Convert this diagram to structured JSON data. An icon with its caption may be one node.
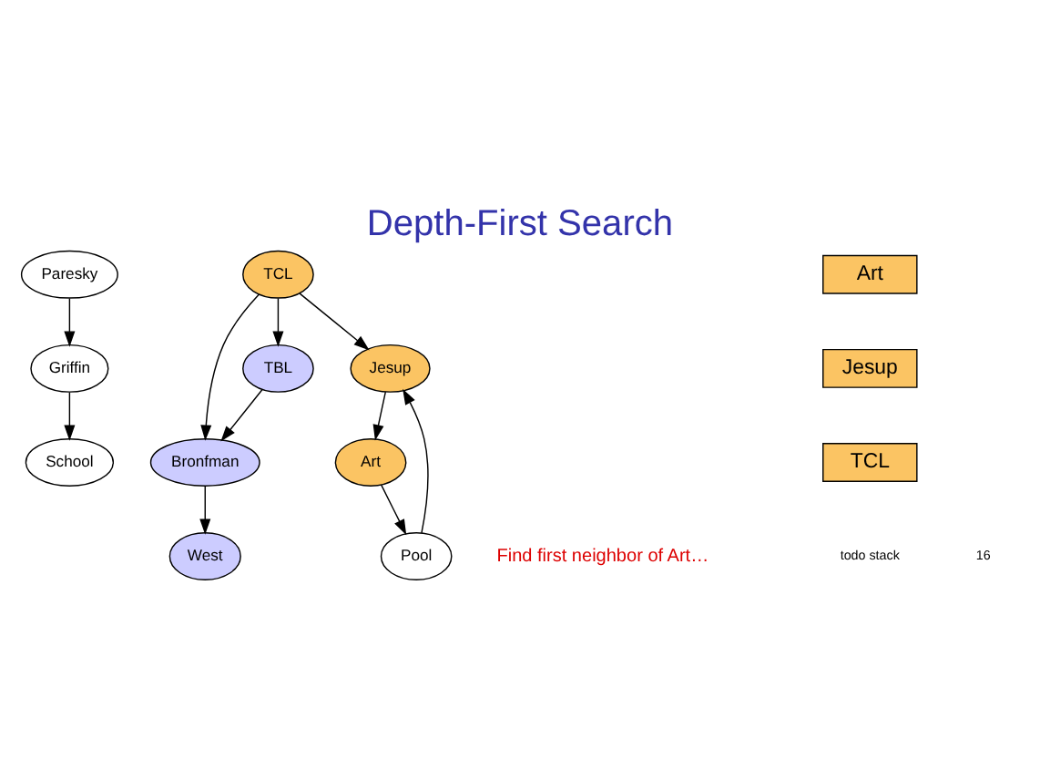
{
  "diagram": {
    "title": "Depth-First Search",
    "nodes": [
      {
        "text": [
          "Paresky"
        ]
      },
      {
        "text": [
          "Griffin"
        ]
      },
      {
        "text": [
          "School"
        ]
      },
      {
        "text": [
          "West"
        ]
      },
      {
        "text": [
          "Bronfman"
        ]
      },
      {
        "text": [
          "Jesup"
        ]
      },
      {
        "text": [
          "Art"
        ]
      },
      {
        "text": [
          "TBL"
        ]
      },
      {
        "text": [
          "TCL"
        ]
      },
      {
        "text": [
          "Pool"
        ]
      },
      {
        "text": [
          "Art"
        ]
      },
      {
        "text": [
          "Jesup"
        ]
      },
      {
        "text": [
          "TCL"
        ]
      }
    ],
    "edges": [
      {
        "from": 0,
        "to": 1,
        "arrow": "to"
      },
      {
        "from": 1,
        "to": 2,
        "arrow": "to"
      },
      {
        "from": 4,
        "to": 3,
        "arrow": "to"
      },
      {
        "from": 7,
        "to": 4,
        "arrow": "to"
      },
      {
        "from": 8,
        "to": 4,
        "arrow": "to"
      },
      {
        "from": 8,
        "to": 7,
        "arrow": "to"
      },
      {
        "from": 8,
        "to": 5,
        "arrow": "to"
      },
      {
        "from": 5,
        "to": 6,
        "arrow": "to"
      },
      {
        "from": 6,
        "to": 9,
        "arrow": "to"
      },
      {
        "from": 9,
        "to": 5,
        "arrow": "to"
      }
    ],
    "labels": [
      "Find first neighbor of Art…",
      "todo stack",
      "16"
    ]
  }
}
